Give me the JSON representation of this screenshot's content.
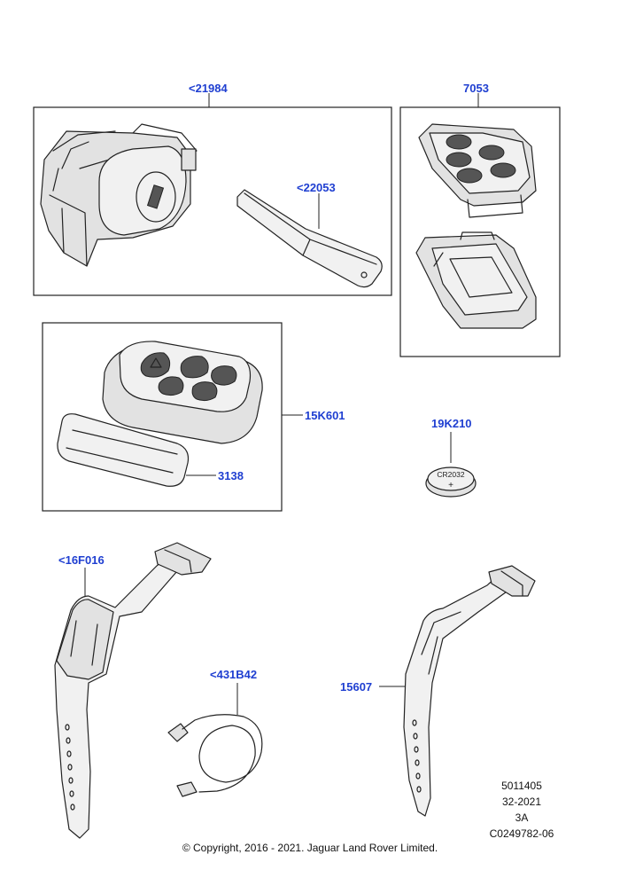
{
  "callouts": {
    "c21984": "<21984",
    "c7053": "7053",
    "c22053": "<22053",
    "c15K601": "15K601",
    "c3138": "3138",
    "c19K210": "19K210",
    "c16F016": "<16F016",
    "c431B42": "<431B42",
    "c15607": "15607"
  },
  "battery_label": "CR2032",
  "battery_sign": "+",
  "info_block": [
    "5011405",
    "32-2021",
    "3A",
    "C0249782-06"
  ],
  "copyright": "© Copyright, 2016 - 2021. Jaguar Land Rover Limited.",
  "colors": {
    "callout": "#1f3fd1",
    "line": "#222222"
  }
}
